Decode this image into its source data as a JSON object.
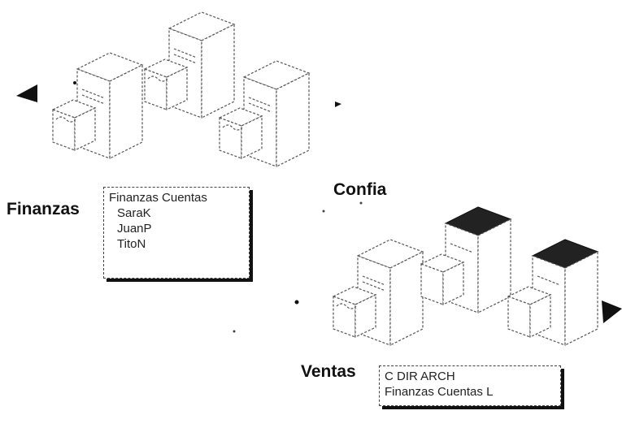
{
  "domains": {
    "finanzas": {
      "label": "Finanzas",
      "box_title": "Finanzas Cuentas",
      "box_items": [
        "SaraK",
        "JuanP",
        "TitoN"
      ]
    },
    "confia": {
      "label": "Confia"
    },
    "ventas": {
      "label": "Ventas",
      "box_lines": [
        "C DIR ARCH",
        "Finanzas Cuentas L"
      ]
    }
  },
  "colors": {
    "line": "#555555",
    "shadow": "#111111",
    "background": "#ffffff"
  }
}
